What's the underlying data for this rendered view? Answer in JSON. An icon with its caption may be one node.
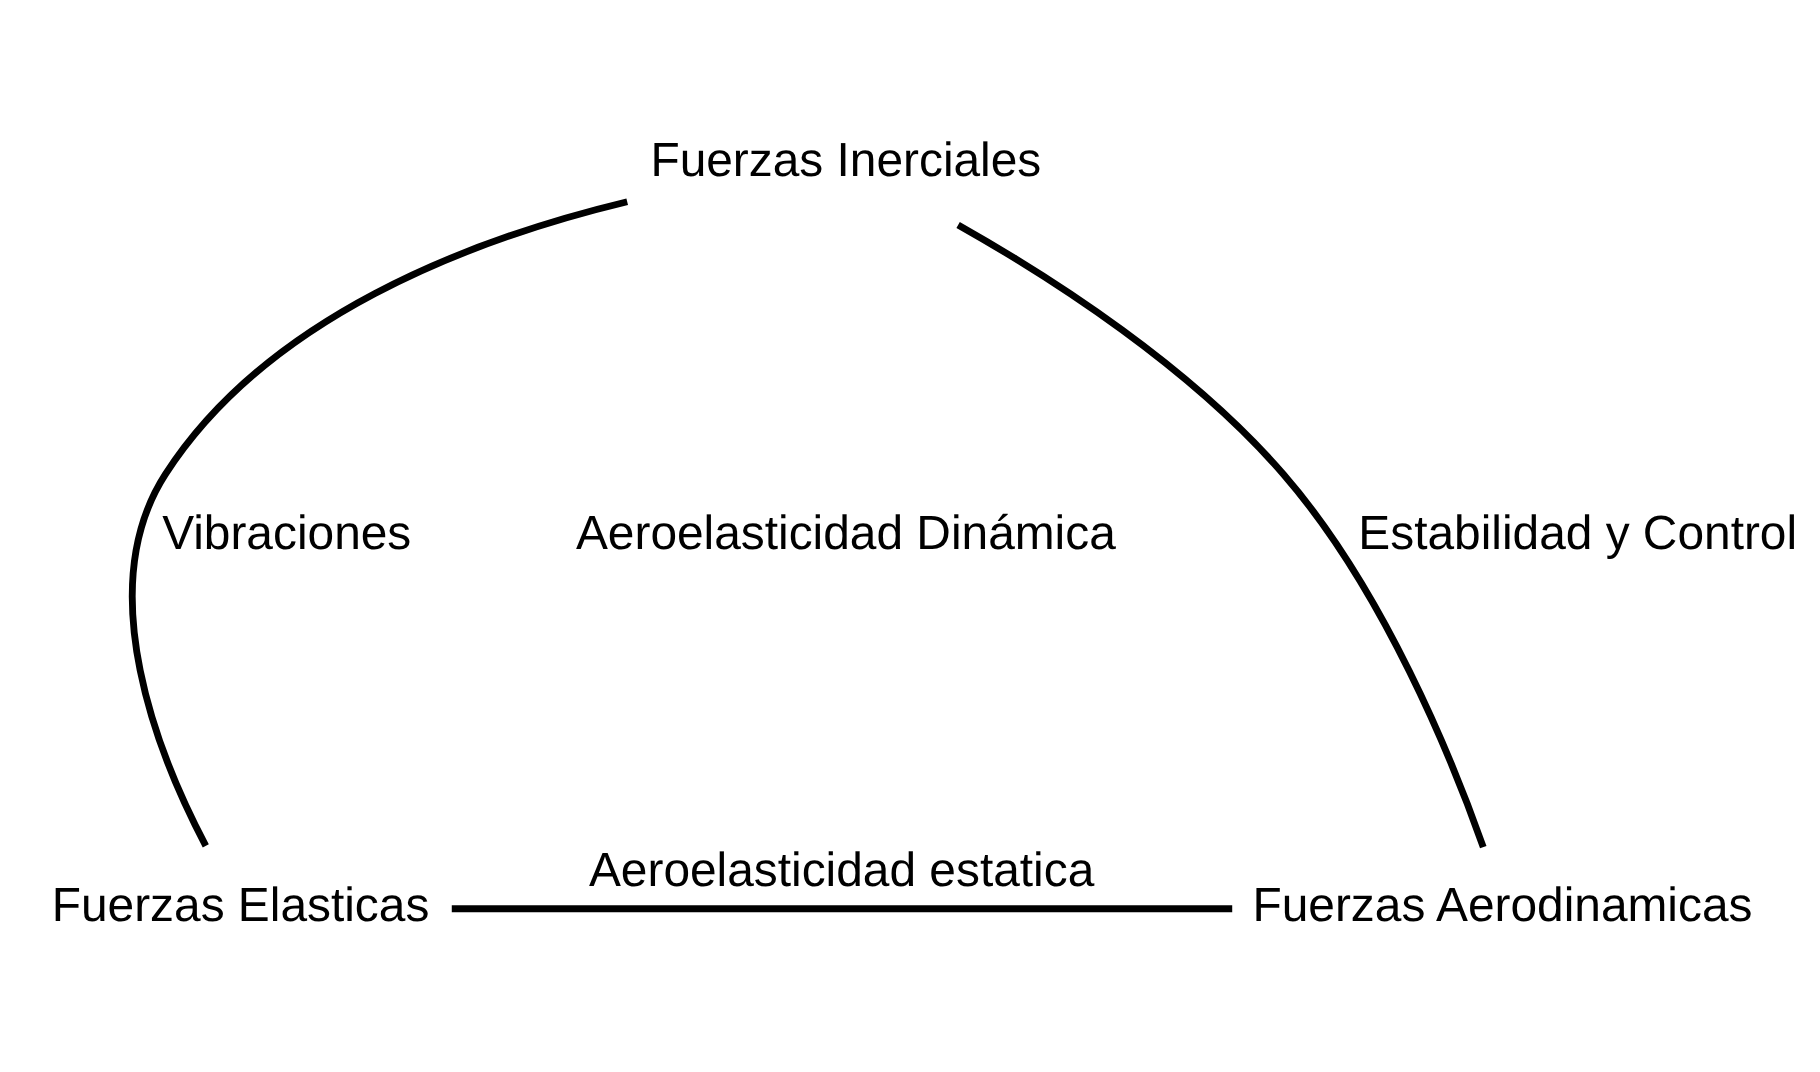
{
  "diagram": {
    "nodes": [
      {
        "text": [
          "Fuerzas Inerciales"
        ]
      },
      {
        "text": [
          "Fuerzas Elasticas"
        ]
      },
      {
        "text": [
          "Fuerzas Aerodinamicas"
        ]
      }
    ],
    "edges": [
      {
        "from": 0,
        "to": 1,
        "arrow": "none",
        "label": "Vibraciones"
      },
      {
        "from": 0,
        "to": 2,
        "arrow": "none",
        "label": "Estabilidad y Control"
      },
      {
        "from": 1,
        "to": 2,
        "arrow": "none",
        "label": "Aeroelasticidad estatica"
      }
    ],
    "labels": [
      "Aeroelasticidad Dinámica"
    ]
  }
}
